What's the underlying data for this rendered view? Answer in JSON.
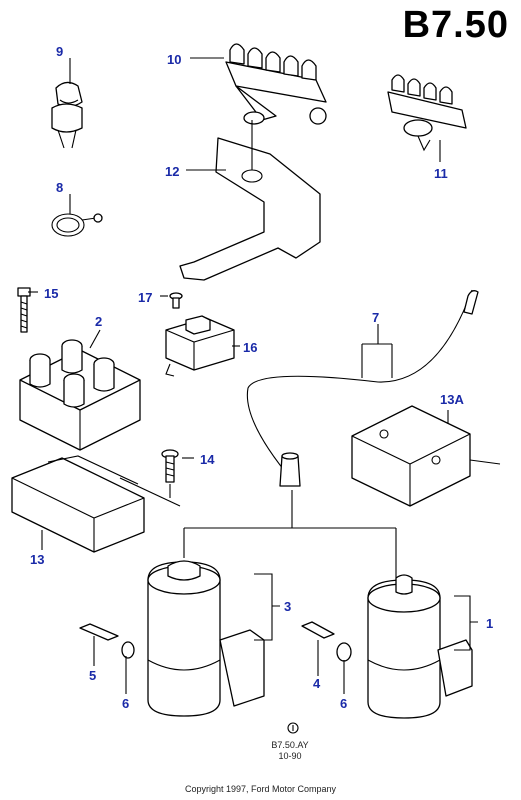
{
  "page_code": "B7.50",
  "callouts": {
    "c1": "1",
    "c2": "2",
    "c3": "3",
    "c4": "4",
    "c5": "5",
    "c6a": "6",
    "c6b": "6",
    "c7": "7",
    "c8": "8",
    "c9": "9",
    "c10": "10",
    "c11": "11",
    "c12": "12",
    "c13": "13",
    "c13a": "13A",
    "c14": "14",
    "c15": "15",
    "c16": "16",
    "c17": "17"
  },
  "ref_code_line1": "B7.50.AY",
  "ref_code_line2": "10-90",
  "copyright": "Copyright 1997, Ford Motor Company",
  "colors": {
    "callout": "#1a2aa8",
    "ink": "#000000"
  }
}
